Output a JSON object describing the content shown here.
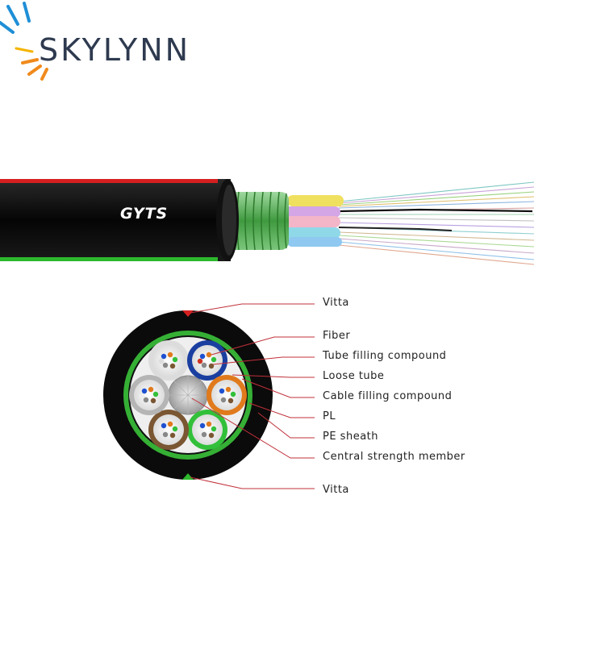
{
  "brand": {
    "name": "SKYLYNN"
  },
  "cable": {
    "model": "GYTS"
  },
  "colors": {
    "jacket": "#0a0a0a",
    "vitta": "#d62020",
    "armor": "#4fae4f",
    "pl_ring": "#35b035",
    "leader": "#c0303a",
    "brand_text": "#2e3a4f"
  },
  "labels": [
    "Vitta",
    "Fiber",
    "Tube filling compound",
    "Loose tube",
    "Cable filling compound",
    "PL",
    "PE sheath",
    "Central strength member",
    "Vitta"
  ],
  "loose_tubes": [
    {
      "color": "white"
    },
    {
      "color": "blue"
    },
    {
      "color": "orange"
    },
    {
      "color": "green"
    },
    {
      "color": "brown"
    },
    {
      "color": "gray"
    }
  ]
}
